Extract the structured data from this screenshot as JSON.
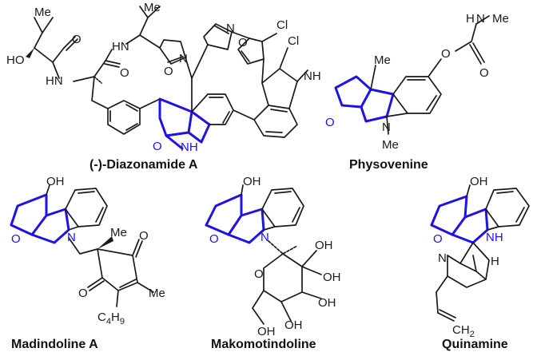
{
  "colors": {
    "highlight": "#1f12e6",
    "bond": "#1a1a1a",
    "background": "#ffffff"
  },
  "captions": {
    "diazonamide": "(-)-Diazonamide A",
    "physovenine": "Physovenine",
    "madindoline": "Madindoline A",
    "makomotindoline": "Makomotindoline",
    "quinamine": "Quinamine"
  },
  "labels": {
    "me": "Me",
    "ho": "HO",
    "hn": "HN",
    "nh": "NH",
    "n": "N",
    "o": "O",
    "cl": "Cl",
    "oh": "OH",
    "h": "H",
    "c4": "C",
    "c4_sub": "4",
    "h9": "H",
    "h9_sub": "9",
    "ch2": "CH",
    "ch2_sub": "2"
  }
}
